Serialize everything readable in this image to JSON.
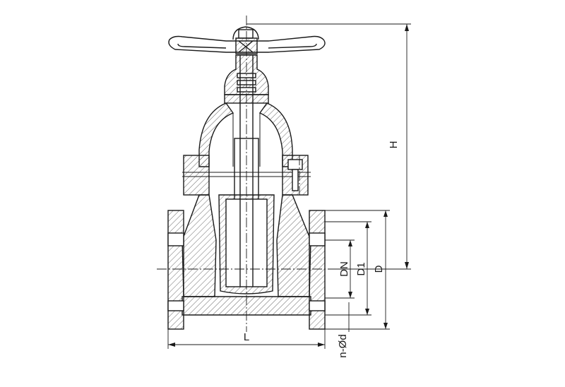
{
  "drawing": {
    "subject": "gate-valve-section",
    "dimension_labels": {
      "height": "H",
      "length": "L",
      "nominal_diameter": "DN",
      "bolt_circle_diameter": "D1",
      "flange_diameter": "D",
      "bolt_holes": "n-Ød"
    },
    "colors": {
      "line": "#1a1a1a",
      "hatch": "#555555",
      "background": "#ffffff"
    }
  }
}
